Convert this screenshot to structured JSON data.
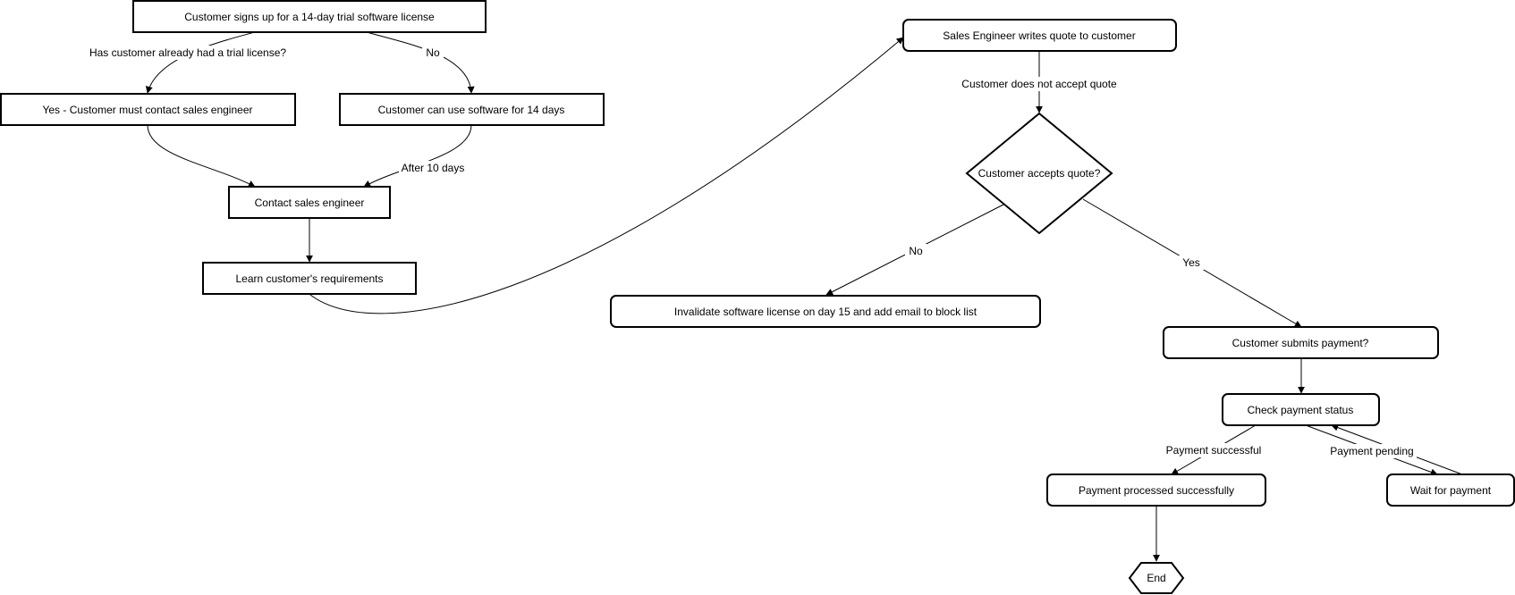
{
  "nodes": {
    "signup": "Customer signs up for a 14-day trial software license",
    "must_contact": "Yes - Customer must contact sales engineer",
    "use_software": "Customer can use software for 14 days",
    "contact_engineer": "Contact sales engineer",
    "learn_requirements": "Learn customer's requirements",
    "write_quote": "Sales Engineer writes quote to customer",
    "accepts_quote": "Customer accepts quote?",
    "invalidate_license": "Invalidate software license on day 15 and add email to block list",
    "submits_payment": "Customer submits payment?",
    "check_status": "Check payment status",
    "processed": "Payment processed successfully",
    "wait_payment": "Wait for payment",
    "end": "End"
  },
  "edge_labels": {
    "already_trial": "Has customer already had a trial license?",
    "no_trial": "No",
    "after_days": "After 10 days",
    "not_accept": "Customer does not accept quote",
    "no": "No",
    "yes": "Yes",
    "pay_success": "Payment successful",
    "pay_pending": "Payment pending"
  }
}
